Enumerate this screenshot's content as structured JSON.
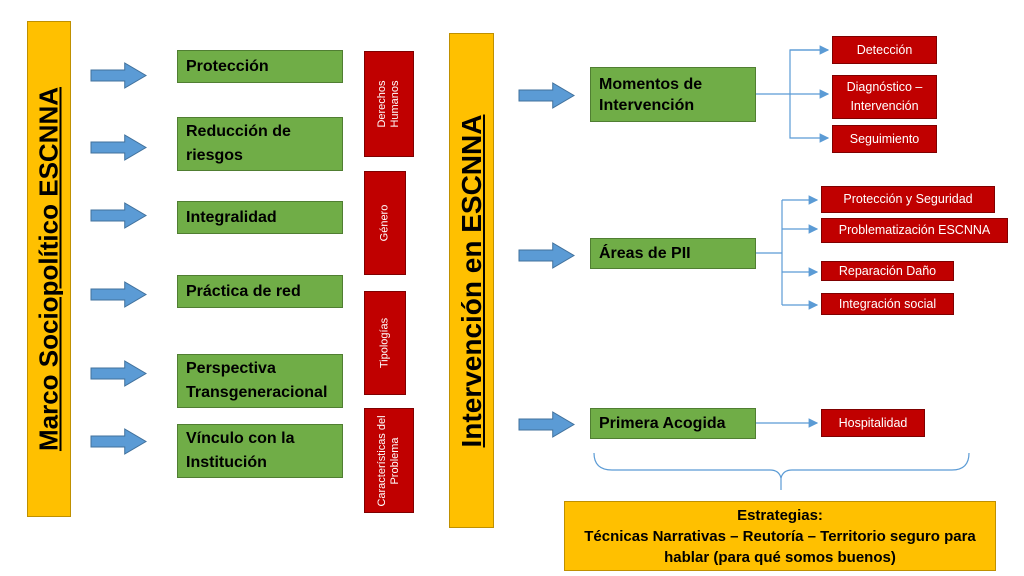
{
  "left_bar": {
    "title": "Marco Sociopolítico ESCNNA"
  },
  "principles": [
    "Protección",
    "Reducción de riesgos",
    "Integralidad",
    "Práctica de red",
    "Perspectiva Transgeneracional",
    "Vínculo con la Institución"
  ],
  "approaches": [
    "Derechos Humanos",
    "Género",
    "Tipologías",
    "Características del Problema"
  ],
  "center_bar": {
    "title": "Intervención en ESCNNA"
  },
  "right_nodes": {
    "momentos": {
      "label": "Momentos de Intervención",
      "children": [
        "Detección",
        "Diagnóstico – Intervención",
        "Seguimiento"
      ]
    },
    "areas": {
      "label": "Áreas de PII",
      "children": [
        "Protección y Seguridad",
        "Problematización ESCNNA",
        "Reparación Daño",
        "Integración social"
      ]
    },
    "primera": {
      "label": "Primera Acogida",
      "children": [
        "Hospitalidad"
      ]
    }
  },
  "strategies": {
    "heading": "Estrategias:",
    "text": "Técnicas Narrativas – Reutoría – Territorio seguro para hablar (para qué somos buenos)"
  },
  "colors": {
    "yellow": "#ffc000",
    "green": "#70ad47",
    "red": "#c00000",
    "arrow_blue": "#5b9bd5",
    "line_blue": "#5b9bd5"
  }
}
